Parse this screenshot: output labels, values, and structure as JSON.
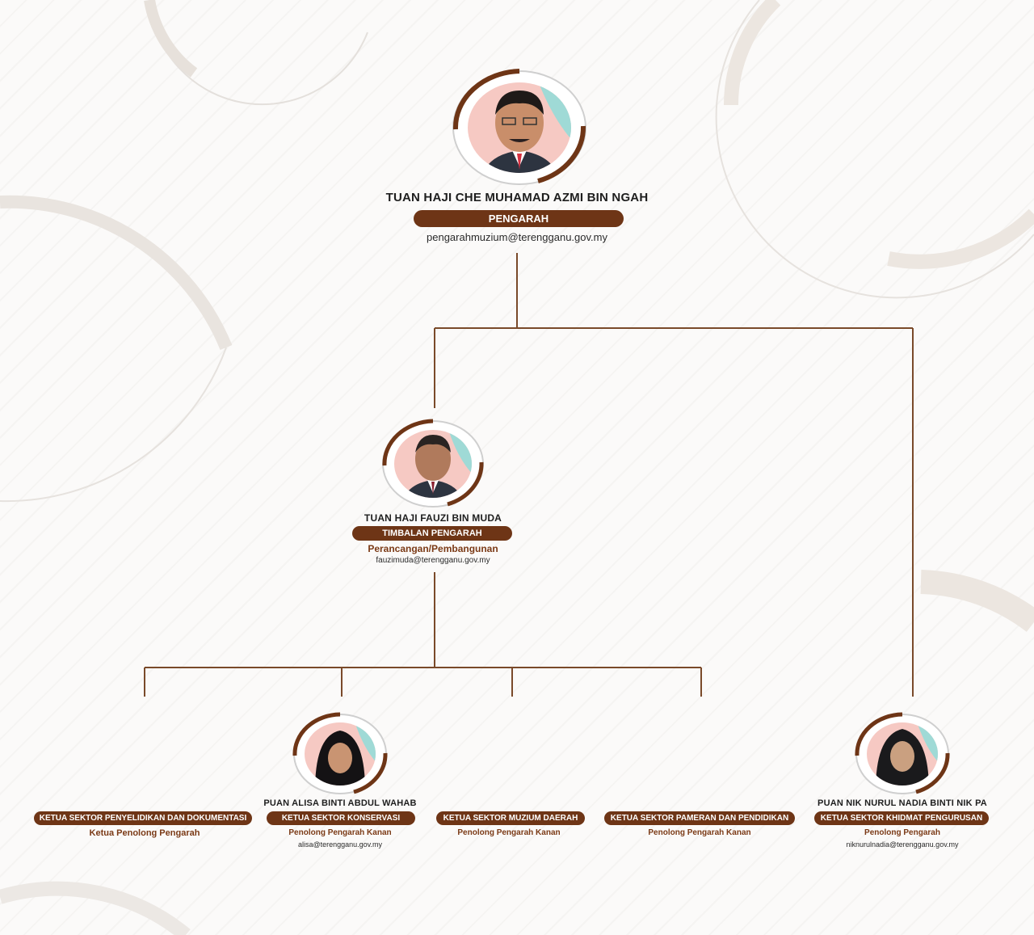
{
  "director": {
    "name": "TUAN HAJI CHE MUHAMAD AZMI BIN NGAH",
    "title": "PENGARAH",
    "email": "pengarahmuzium@terengganu.gov.my"
  },
  "deputy": {
    "name": "TUAN HAJI FAUZI BIN MUDA",
    "title": "TIMBALAN PENGARAH",
    "division": "Perancangan/Pembangunan",
    "email": "fauzimuda@terengganu.gov.my"
  },
  "sectors": [
    {
      "title": "KETUA SEKTOR PENYELIDIKAN DAN DOKUMENTASI",
      "role": "Ketua Penolong Pengarah"
    },
    {
      "name": "PUAN ALISA BINTI ABDUL WAHAB",
      "title": "KETUA SEKTOR KONSERVASI",
      "role": "Penolong Pengarah Kanan",
      "email": "alisa@terengganu.gov.my"
    },
    {
      "title": "KETUA SEKTOR MUZIUM DAERAH",
      "role": "Penolong Pengarah Kanan"
    },
    {
      "title": "KETUA SEKTOR PAMERAN DAN PENDIDIKAN",
      "role": "Penolong Pengarah Kanan"
    },
    {
      "name": "PUAN NIK NURUL NADIA BINTI NIK PA",
      "title": "KETUA SEKTOR KHIDMAT PENGURUSAN",
      "role": "Penolong Pengarah",
      "email": "niknurulnadia@terengganu.gov.my"
    }
  ],
  "colors": {
    "accent": "#6e3516",
    "line": "#7a4a2a",
    "photo_bg_pink": "#f6c9c3",
    "photo_bg_teal": "#9fdad6"
  },
  "icons": {
    "portrait": "person-portrait-icon"
  }
}
